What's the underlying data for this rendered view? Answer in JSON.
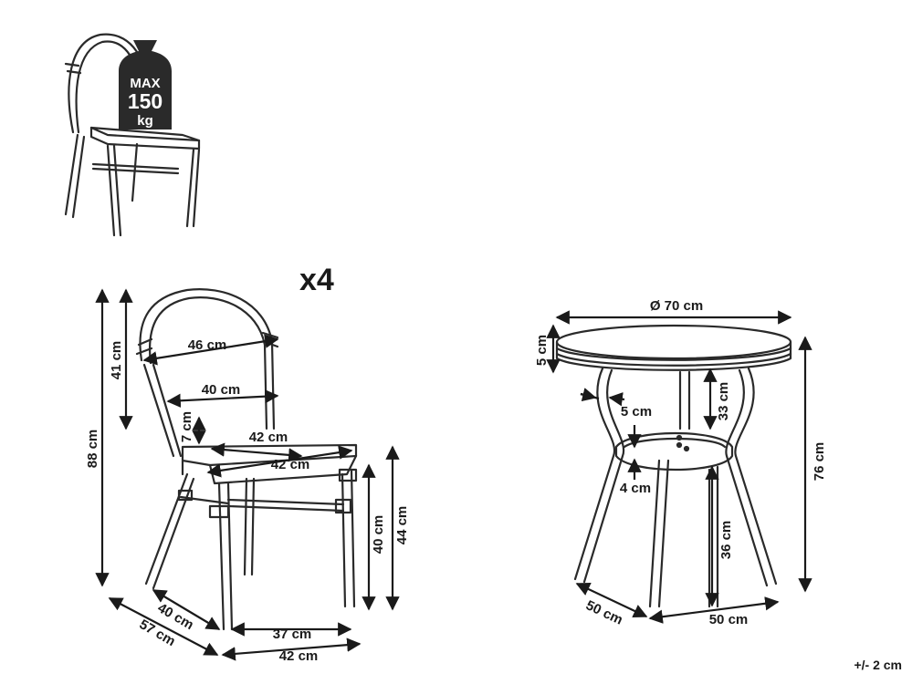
{
  "weight_badge": {
    "line1": "MAX",
    "line2": "150",
    "line3": "kg"
  },
  "chair": {
    "quantity_label": "x4",
    "dims": {
      "backrest_height": "41 cm",
      "total_height": "88 cm",
      "back_width": "46 cm",
      "inner_back_width": "40 cm",
      "armrest": "7 cm",
      "seat_depth_inner": "42 cm",
      "seat_width": "42 cm",
      "seat_height": "40 cm",
      "armrest_height": "44 cm",
      "depth_inner": "40 cm",
      "depth_total": "57 cm",
      "width_inner": "37 cm",
      "width_total": "42 cm"
    }
  },
  "table": {
    "dims": {
      "diameter": "Ø 70 cm",
      "top_thickness": "5 cm",
      "leg_offset": "5 cm",
      "apron_drop": "33 cm",
      "ring_thickness": "4 cm",
      "total_height": "76 cm",
      "lower_height": "36 cm",
      "base_depth": "50 cm",
      "base_width": "50 cm"
    }
  },
  "tolerance": "+/- 2 cm"
}
